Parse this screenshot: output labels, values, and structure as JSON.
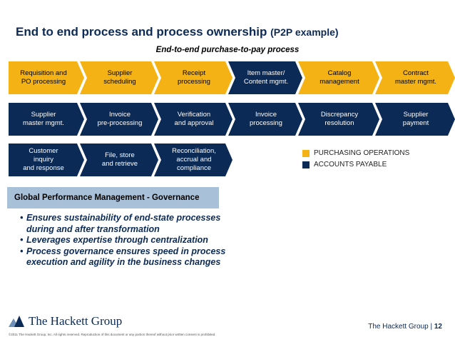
{
  "title": {
    "main": "End to end process and process ownership",
    "suffix": "(P2P example)"
  },
  "subtitle": "End-to-end purchase-to-pay process",
  "rows": [
    [
      {
        "label": "Requisition and\nPO processing",
        "kind": "purch"
      },
      {
        "label": "Supplier\nscheduling",
        "kind": "purch"
      },
      {
        "label": "Receipt\nprocessing",
        "kind": "purch"
      },
      {
        "label": "Item master/\nContent mgmt.",
        "kind": "ap"
      },
      {
        "label": "Catalog\nmanagement",
        "kind": "purch"
      },
      {
        "label": "Contract\nmaster mgmt.",
        "kind": "purch"
      }
    ],
    [
      {
        "label": "Supplier\nmaster mgmt.",
        "kind": "ap"
      },
      {
        "label": "Invoice\npre-processing",
        "kind": "ap"
      },
      {
        "label": "Verification\nand approval",
        "kind": "ap"
      },
      {
        "label": "Invoice\nprocessing",
        "kind": "ap"
      },
      {
        "label": "Discrepancy\nresolution",
        "kind": "ap"
      },
      {
        "label": "Supplier\npayment",
        "kind": "ap"
      }
    ],
    [
      {
        "label": "Customer\ninquiry\nand response",
        "kind": "ap"
      },
      {
        "label": "File, store\nand retrieve",
        "kind": "ap"
      },
      {
        "label": "Reconciliation,\naccrual and\ncompliance",
        "kind": "ap"
      }
    ]
  ],
  "legend": [
    {
      "label": "PURCHASING OPERATIONS",
      "color": "#f4b214"
    },
    {
      "label": "ACCOUNTS PAYABLE",
      "color": "#0b2a55"
    }
  ],
  "governance": {
    "title": "Global Performance Management - Governance"
  },
  "bullets": [
    "Ensures sustainability of end-state processes during and after transformation",
    "Leverages expertise through centralization",
    "Process governance ensures speed in process execution and agility in the business changes"
  ],
  "logo": {
    "name": "The Hackett Group"
  },
  "copyright": "©2011 The Hackett Group, Inc. All rights reserved. Reproduction of this document or any portion thereof without prior written consent is prohibited.",
  "footer": {
    "company": "The Hackett Group",
    "separator": "|",
    "page": "12"
  },
  "colors": {
    "navy": "#0b2a55",
    "gold": "#f4b214",
    "governance_bar": "#a9c0d9"
  }
}
